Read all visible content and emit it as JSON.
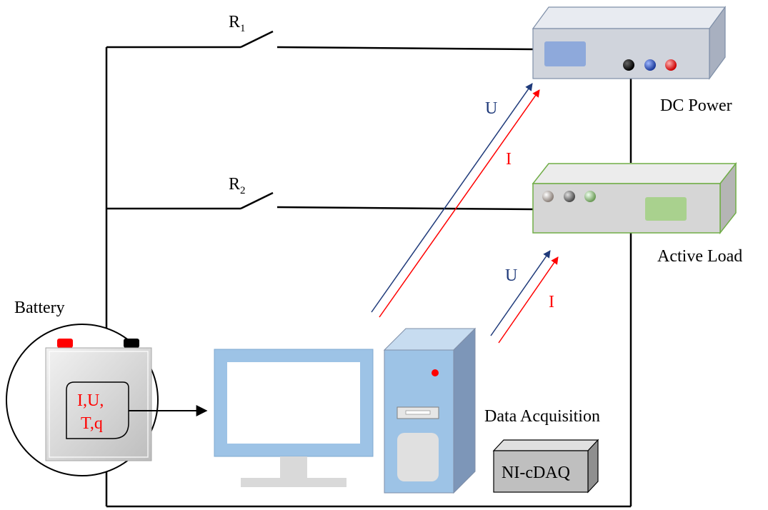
{
  "labels": {
    "switch1": "R",
    "switch1_sub": "1",
    "switch2": "R",
    "switch2_sub": "2",
    "dc_power": "DC Power",
    "active_load": "Active Load",
    "battery": "Battery",
    "data_acquisition": "Data Acquisition",
    "daq_device": "NI-cDAQ",
    "battery_params_line1": "I,U,",
    "battery_params_line2": "T,q",
    "signal_u_upper": "U",
    "signal_i_upper": "I",
    "signal_u_lower": "U",
    "signal_i_lower": "I"
  },
  "colors": {
    "wire": "#000000",
    "signal_voltage": "#1f3a7a",
    "signal_current": "#ff0000",
    "battery_body": "#d9d9d9",
    "dc_power_body": "#d0d4dc",
    "active_load_body": "#d6d6d6",
    "active_load_border": "#70ad47",
    "monitor_frame": "#9dc3e6",
    "pc_tower": "#9dc3e6",
    "daq_body": "#bfbfbf"
  }
}
